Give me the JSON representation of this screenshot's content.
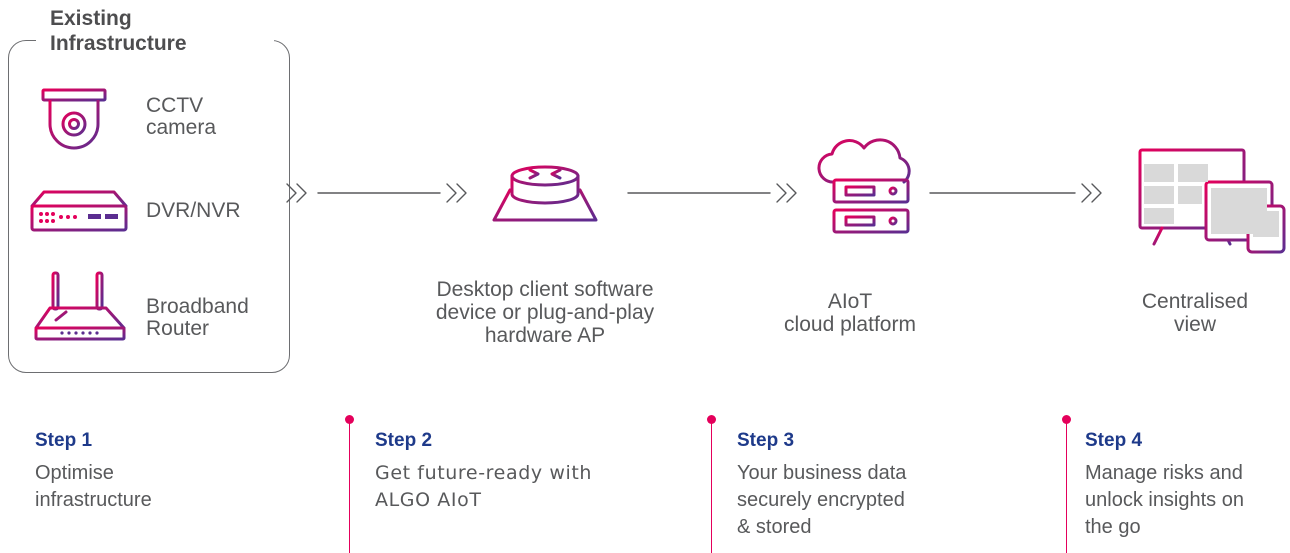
{
  "infrastructure": {
    "title_line1": "Existing",
    "title_line2": "Infrastructure",
    "devices": [
      {
        "line1": "CCTV",
        "line2": "camera",
        "icon": "cctv-camera-icon"
      },
      {
        "line1": "DVR/NVR",
        "line2": "",
        "icon": "dvr-nvr-icon"
      },
      {
        "line1": "Broadband",
        "line2": "Router",
        "icon": "router-icon"
      }
    ]
  },
  "nodes": {
    "client": {
      "lines": [
        "Desktop client software",
        "device or plug-and-play",
        "hardware AP"
      ],
      "icon": "access-point-icon"
    },
    "cloud": {
      "lines": [
        "AIoT",
        "cloud platform"
      ],
      "icon": "cloud-server-icon"
    },
    "view": {
      "lines": [
        "Centralised",
        "view"
      ],
      "icon": "multi-device-screens-icon"
    }
  },
  "steps": [
    {
      "title": "Step 1",
      "lines": [
        "Optimise",
        "infrastructure"
      ]
    },
    {
      "title": "Step 2",
      "lines": [
        "Get future-ready with",
        "ALGO AIoT"
      ]
    },
    {
      "title": "Step 3",
      "lines": [
        "Your business data",
        "securely encrypted",
        "& stored"
      ]
    },
    {
      "title": "Step 4",
      "lines": [
        "Manage risks and",
        "unlock insights on",
        "the go"
      ]
    }
  ],
  "colors": {
    "accent": "#e4005b",
    "gradient_start": "#e4005b",
    "gradient_end": "#5b2d90",
    "step_title": "#1e3a8a"
  }
}
